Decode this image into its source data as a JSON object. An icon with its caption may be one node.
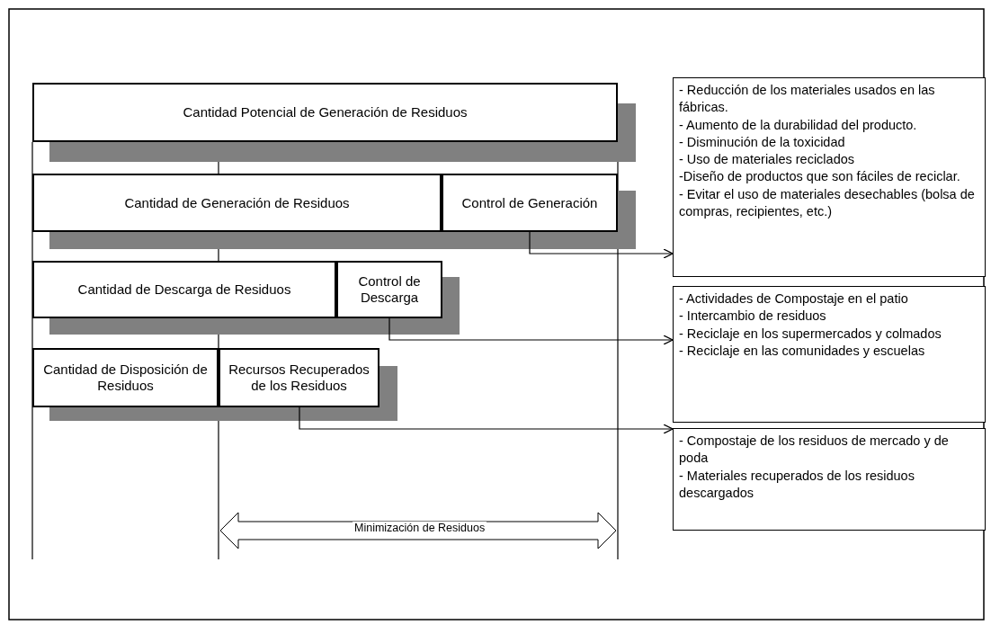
{
  "diagram": {
    "nodes": [
      {
        "text": [
          "Cantidad Potencial de Generación de Residuos"
        ]
      },
      {
        "text": [
          "Cantidad de Generación de Residuos"
        ]
      },
      {
        "text": [
          "Control de Generación"
        ]
      },
      {
        "text": [
          "Cantidad de Descarga de Residuos"
        ]
      },
      {
        "text": [
          "Control de Descarga"
        ]
      },
      {
        "text": [
          "Cantidad de Disposición de Residuos"
        ]
      },
      {
        "text": [
          "Recursos Recuperados de los Residuos"
        ]
      },
      {
        "text": [
          "- Reducción de los materiales usados en las fábricas.",
          "- Aumento de la durabilidad del producto.",
          "- Disminución de la toxicidad",
          "- Uso de materiales reciclados",
          "-Diseño de productos que son fáciles de reciclar.",
          "- Evitar el uso de materiales desechables (bolsa de compras, recipientes, etc.)"
        ]
      },
      {
        "text": [
          "- Actividades de Compostaje en el patio",
          "- Intercambio de residuos",
          "- Reciclaje en los supermercados y colmados",
          "- Reciclaje en las comunidades y escuelas"
        ]
      },
      {
        "text": [
          "- Compostaje de los residuos de mercado y de poda",
          "- Materiales recuperados de los residuos descargados"
        ]
      }
    ],
    "edges": [
      {
        "from": 2,
        "to": 7,
        "arrow": "to"
      },
      {
        "from": 4,
        "to": 8,
        "arrow": "to"
      },
      {
        "from": 6,
        "to": 9,
        "arrow": "to"
      }
    ],
    "labels": [
      "Minimización de Residuos"
    ]
  }
}
